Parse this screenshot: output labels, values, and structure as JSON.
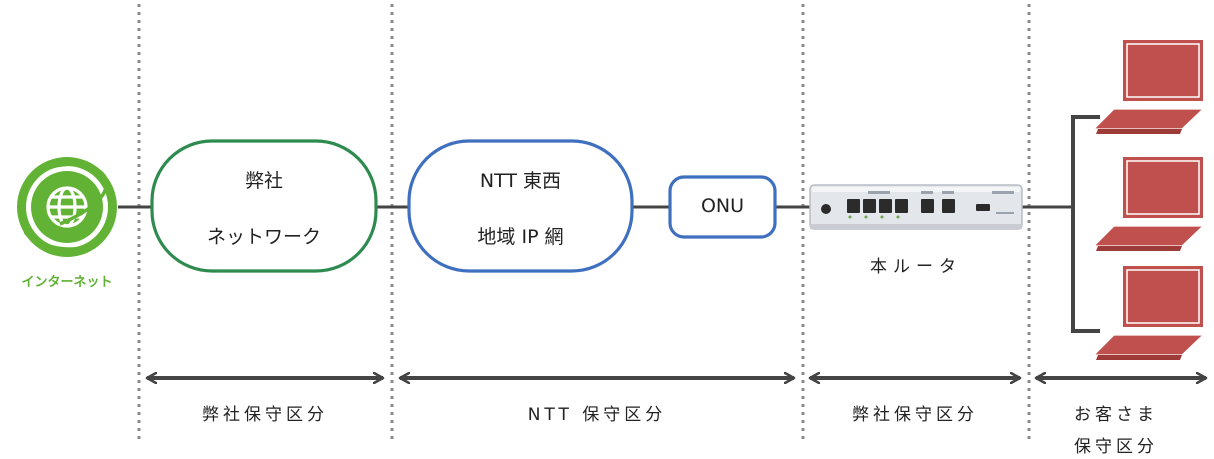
{
  "internet": {
    "label": "インターネット",
    "color": "#5fb033"
  },
  "company_network": {
    "line1": "弊社",
    "line2": "ネットワーク",
    "color": "#2e8b4f"
  },
  "ntt_network": {
    "line1": "NTT 東西",
    "line2": "地域 IP 網",
    "color": "#3f6fbf"
  },
  "onu": {
    "label": "ONU",
    "color": "#3f6fbf"
  },
  "router": {
    "label": "本ルータ"
  },
  "customer_pcs": {
    "count": 3,
    "color": "#c0504d"
  },
  "zones": [
    {
      "label": "弊社保守区分"
    },
    {
      "label": "NTT 保守区分"
    },
    {
      "label": "弊社保守区分"
    },
    {
      "label_line1": "お客さま",
      "label_line2": "保守区分"
    }
  ]
}
